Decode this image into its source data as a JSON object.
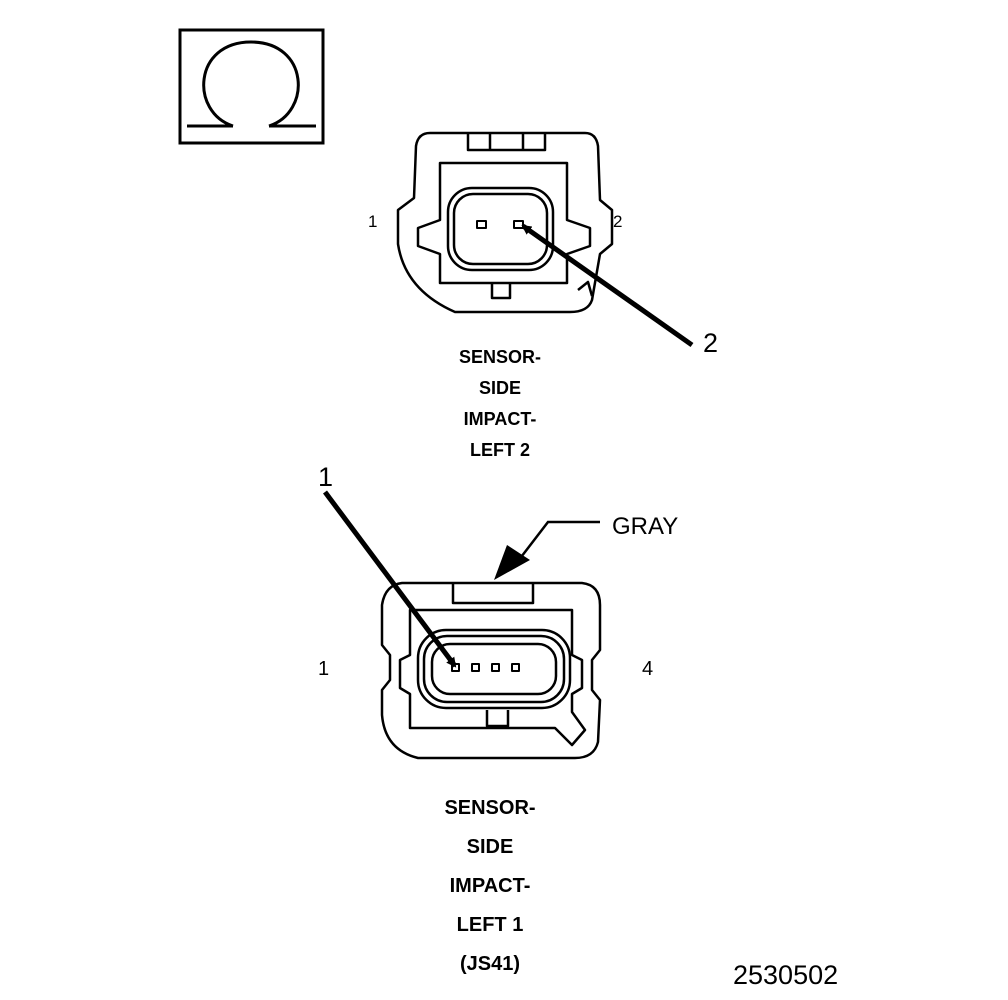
{
  "ohm_symbol": {
    "icon": "ohm-icon",
    "glyph": "Ω"
  },
  "connector_top": {
    "pin_left": "1",
    "pin_right": "2",
    "callout": "2",
    "caption_lines": [
      "SENSOR-",
      "SIDE",
      "IMPACT-",
      "LEFT 2"
    ]
  },
  "connector_bottom": {
    "pin_left": "1",
    "pin_right": "4",
    "callout": "1",
    "color_label": "GRAY",
    "caption_lines": [
      "SENSOR-",
      "SIDE",
      "IMPACT-",
      "LEFT 1",
      "(JS41)"
    ]
  },
  "figure_number": "2530502"
}
